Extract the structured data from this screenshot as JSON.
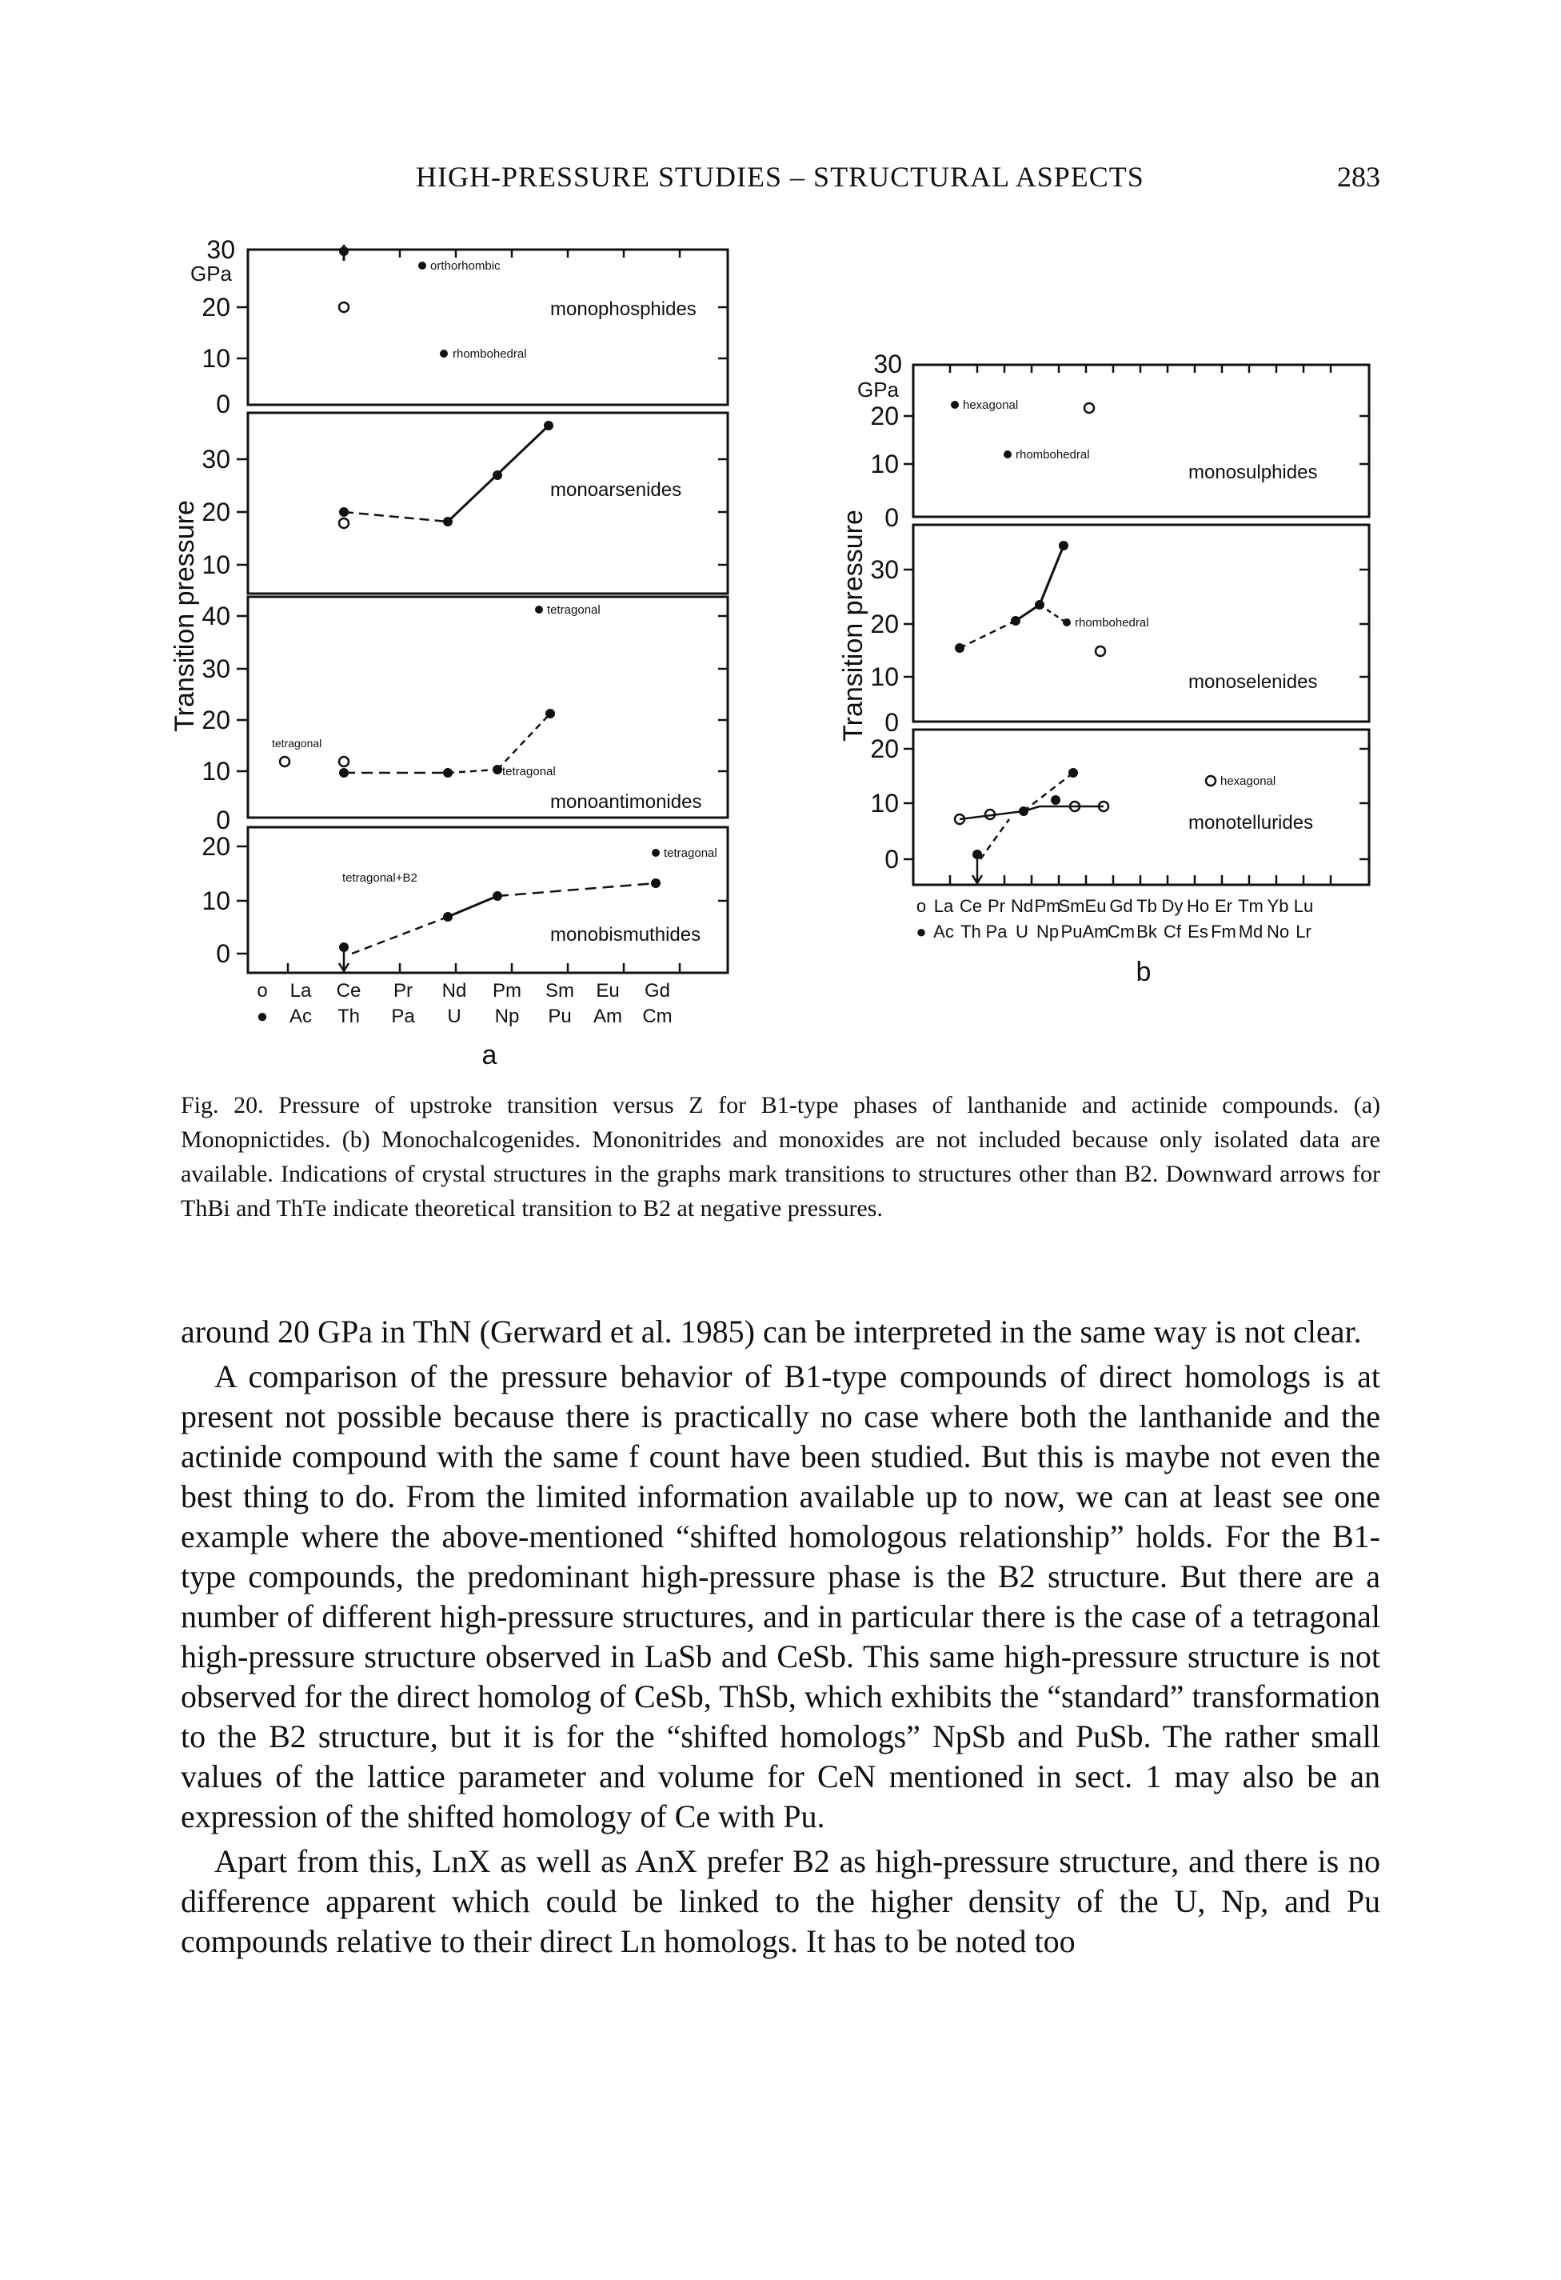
{
  "header": {
    "title": "HIGH-PRESSURE STUDIES – STRUCTURAL ASPECTS",
    "page_number": "283"
  },
  "figure": {
    "panel_a": {
      "label": "a",
      "y_axis_label": "Transition pressure",
      "unit": "GPa",
      "x_row_lanthanides": [
        "o",
        "La",
        "Ce",
        "Pr",
        "Nd",
        "Pm",
        "Sm",
        "Eu",
        "Gd"
      ],
      "x_row_actinides": [
        "●",
        "Ac",
        "Th",
        "Pa",
        "U",
        "Np",
        "Pu",
        "Am",
        "Cm"
      ],
      "subplots": [
        {
          "name": "monophosphides",
          "tick_labels": [
            "30",
            "20",
            "10",
            "0"
          ],
          "annotations": [
            "orthorhombic",
            "rhombohedral"
          ]
        },
        {
          "name": "monoarsenides",
          "tick_labels": [
            "30",
            "20",
            "10"
          ],
          "annotations": []
        },
        {
          "name": "monoantimonides",
          "tick_labels": [
            "40",
            "30",
            "20",
            "10",
            "0"
          ],
          "annotations": [
            "tetragonal",
            "tetragonal",
            "tetragonal"
          ]
        },
        {
          "name": "monobismuthides",
          "tick_labels": [
            "20",
            "10",
            "0"
          ],
          "annotations": [
            "tetragonal",
            "tetragonal+B2"
          ]
        }
      ]
    },
    "panel_b": {
      "label": "b",
      "y_axis_label": "Transition pressure",
      "unit": "GPa",
      "x_row_lanthanides": [
        "o",
        "La",
        "Ce",
        "Pr",
        "Nd",
        "Pm",
        "Sm",
        "Eu",
        "Gd",
        "Tb",
        "Dy",
        "Ho",
        "Er",
        "Tm",
        "Yb",
        "Lu"
      ],
      "x_row_actinides": [
        "●",
        "Ac",
        "Th",
        "Pa",
        "U",
        "Np",
        "Pu",
        "Am",
        "Cm",
        "Bk",
        "Cf",
        "Es",
        "Fm",
        "Md",
        "No",
        "Lr"
      ],
      "subplots": [
        {
          "name": "monosulphides",
          "tick_labels": [
            "30",
            "20",
            "10",
            "0"
          ],
          "annotations": [
            "hexagonal",
            "rhombohedral"
          ]
        },
        {
          "name": "monoselenides",
          "tick_labels": [
            "30",
            "20",
            "10",
            "0"
          ],
          "annotations": [
            "rhombohedral"
          ]
        },
        {
          "name": "monotellurides",
          "tick_labels": [
            "20",
            "10",
            "0"
          ],
          "annotations": [
            "hexagonal"
          ]
        }
      ]
    }
  },
  "caption": {
    "label": "Fig. 20.",
    "text": "Pressure of upstroke transition versus Z for B1-type phases of lanthanide and actinide compounds. (a) Monopnictides. (b) Monochalcogenides. Mononitrides and monoxides are not included because only isolated data are available. Indications of crystal structures in the graphs mark transitions to structures other than B2. Downward arrows for ThBi and ThTe indicate theoretical transition to B2 at negative pressures."
  },
  "body": {
    "paragraphs": [
      "around 20 GPa in ThN (Gerward et al. 1985) can be interpreted in the same way is not clear.",
      "A comparison of the pressure behavior of B1-type compounds of direct homologs is at present not possible because there is practically no case where both the lanthanide and the actinide compound with the same f count have been studied. But this is maybe not even the best thing to do. From the limited information available up to now, we can at least see one example where the above-mentioned “shifted homologous relationship” holds. For the B1-type compounds, the predominant high-pressure phase is the B2 structure. But there are a number of different high-pressure structures, and in particular there is the case of a tetragonal high-pressure structure observed in LaSb and CeSb. This same high-pressure structure is not observed for the direct homolog of CeSb, ThSb, which exhibits the “standard” transformation to the B2 structure, but it is for the “shifted homologs” NpSb and PuSb. The rather small values of the lattice parameter and volume for CeN mentioned in sect. 1 may also be an expression of the shifted homology of Ce with Pu.",
      "Apart from this, LnX as well as AnX prefer B2 as high-pressure structure, and there is no difference apparent which could be linked to the higher density of the U, Np, and Pu compounds relative to their direct Ln homologs. It has to be noted too"
    ]
  }
}
